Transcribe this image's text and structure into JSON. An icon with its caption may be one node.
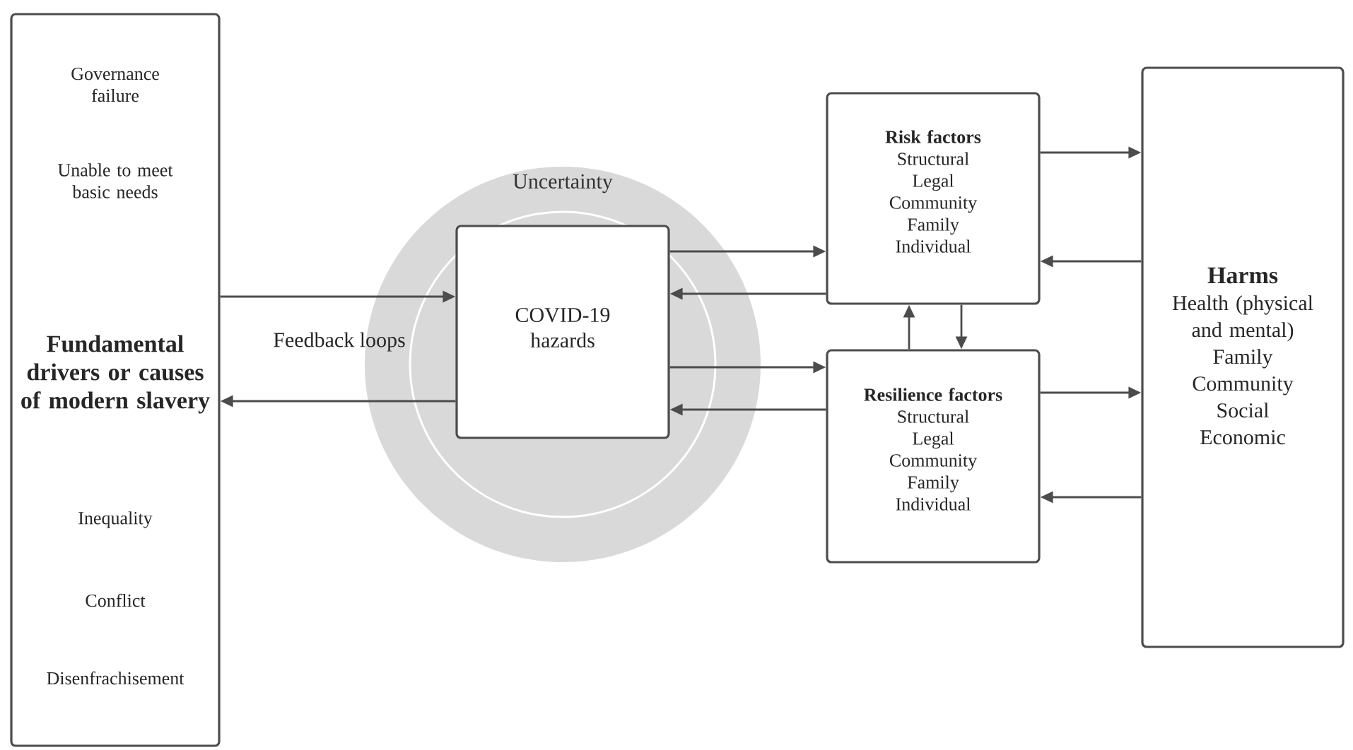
{
  "diagram": {
    "nodes": [
      {
        "text": [
          "Governance failure",
          "Unable to meet basic needs",
          "Fundamental drivers or causes of modern slavery",
          "Inequality",
          "Conflict",
          "Disenfrachisement"
        ]
      },
      {
        "text": [
          "Uncertainty"
        ]
      },
      {
        "text": [
          "COVID-19 hazards"
        ],
        "in": 1
      },
      {
        "text": [
          "Risk factors",
          "Structural",
          "Legal",
          "Community",
          "Family",
          "Individual"
        ]
      },
      {
        "text": [
          "Resilience factors",
          "Structural",
          "Legal",
          "Community",
          "Family",
          "Individual"
        ]
      },
      {
        "text": [
          "Harms",
          "Health (physical and mental)",
          "Family",
          "Community",
          "Social",
          "Economic"
        ]
      }
    ],
    "edges": [
      {
        "from": 0,
        "to": 2,
        "arrow": "to"
      },
      {
        "from": 2,
        "to": 0,
        "arrow": "to"
      },
      {
        "from": 2,
        "to": 3,
        "arrow": "to"
      },
      {
        "from": 3,
        "to": 2,
        "arrow": "to"
      },
      {
        "from": 2,
        "to": 4,
        "arrow": "to"
      },
      {
        "from": 4,
        "to": 2,
        "arrow": "to"
      },
      {
        "from": 4,
        "to": 3,
        "arrow": "to"
      },
      {
        "from": 3,
        "to": 4,
        "arrow": "to"
      },
      {
        "from": 3,
        "to": 5,
        "arrow": "to"
      },
      {
        "from": 5,
        "to": 3,
        "arrow": "to"
      },
      {
        "from": 4,
        "to": 5,
        "arrow": "to"
      },
      {
        "from": 5,
        "to": 4,
        "arrow": "to"
      }
    ],
    "labels": [
      "Feedback loops"
    ]
  }
}
